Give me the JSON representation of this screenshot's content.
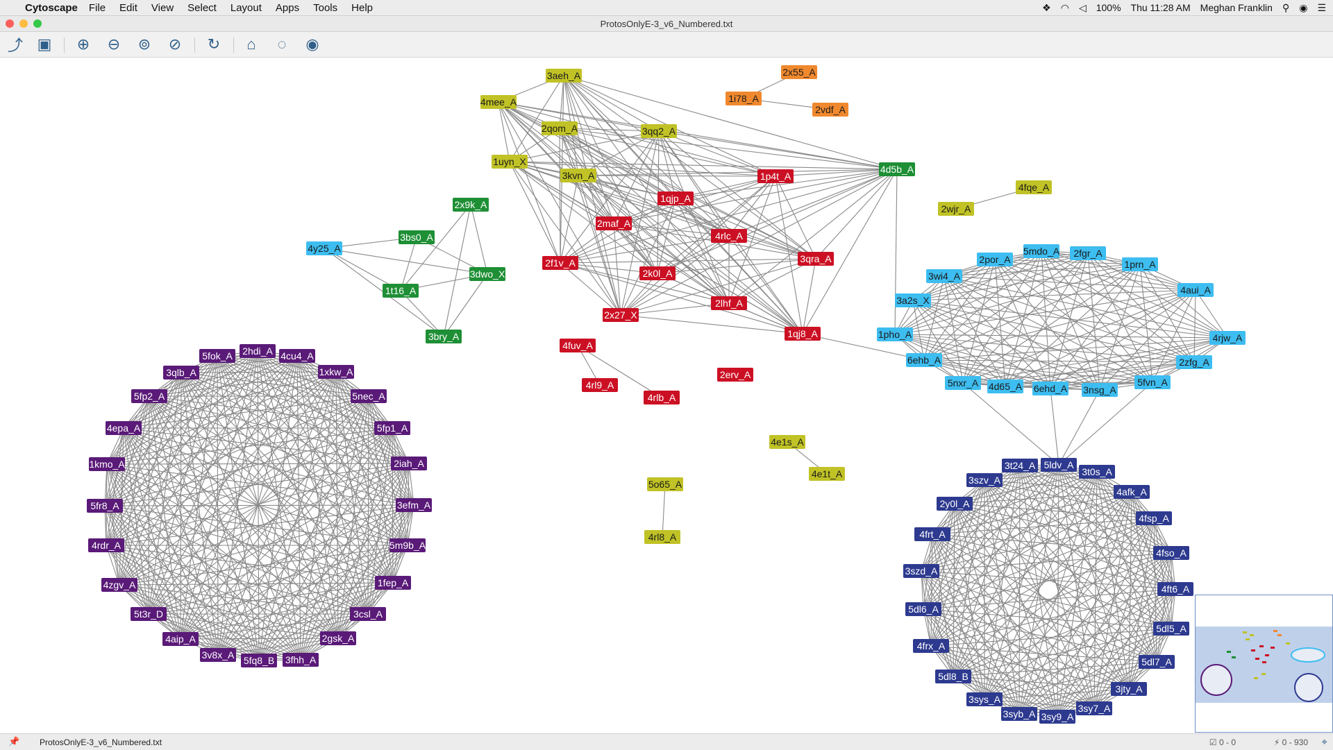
{
  "menubar": {
    "apple_icon": "apple-icon",
    "app_name": "Cytoscape",
    "items": [
      "File",
      "Edit",
      "View",
      "Select",
      "Layout",
      "Apps",
      "Tools",
      "Help"
    ],
    "battery": "100%",
    "clock": "Thu 11:28 AM",
    "user": "Meghan Franklin"
  },
  "window": {
    "title": "ProtosOnlyE-3_v6_Numbered.txt"
  },
  "toolbar": {
    "buttons": [
      "share-icon",
      "export-image-icon",
      "zoom-in-icon",
      "zoom-out-icon",
      "zoom-fit-icon",
      "zoom-selected-icon",
      "refresh-layout-icon",
      "home-icon",
      "hide-icon",
      "show-icon"
    ]
  },
  "colors": {
    "olive": "#c0c226",
    "orange": "#f0892e",
    "red": "#cc1024",
    "green": "#1e8f35",
    "cyan": "#3dbdf0",
    "navy": "#2d3a8f",
    "purple": "#5a1a78",
    "edge": "#8a8a8a"
  },
  "network": {
    "groups": {
      "olive_top": [
        "3aeh_A",
        "4mee_A",
        "2qom_A",
        "3qq2_A",
        "1uyn_X",
        "3kvn_A"
      ],
      "red_core": [
        "1p4t_A",
        "1qjp_A",
        "2maf_A",
        "4rlc_A",
        "3qra_A",
        "2f1v_A",
        "2k0l_A",
        "2lhf_A",
        "2x27_X",
        "1qj8_A"
      ],
      "green_hub": [
        "4d5b_A"
      ],
      "orange": [
        "2x55_A",
        "1i78_A",
        "2vdf_A"
      ],
      "green_small": [
        "2x9k_A",
        "3bs0_A",
        "3dwo_X",
        "1t16_A",
        "3bry_A"
      ],
      "cyan_small": [
        "4y25_A"
      ],
      "olive_pair1": [
        "4fqe_A",
        "2wjr_A"
      ],
      "red_small": [
        "4fuv_A",
        "4rl9_A",
        "4rlb_A"
      ],
      "red_single": [
        "2erv_A"
      ],
      "olive_pair2": [
        "4e1s_A",
        "4e1t_A"
      ],
      "olive_pair3": [
        "5o65_A",
        "4rl8_A"
      ],
      "cyan_ring": [
        "2por_A",
        "5mdo_A",
        "2fgr_A",
        "1prn_A",
        "4aui_A",
        "4rjw_A",
        "2zfg_A",
        "5fvn_A",
        "3nsg_A",
        "6ehd_A",
        "4d65_A",
        "5nxr_A",
        "6ehb_A",
        "1pho_A",
        "3a2s_X",
        "3wi4_A"
      ],
      "purple_ring": [
        "2hdi_A",
        "4cu4_A",
        "1xkw_A",
        "5nec_A",
        "5fp1_A",
        "2iah_A",
        "3efm_A",
        "5m9b_A",
        "1fep_A",
        "3csl_A",
        "2gsk_A",
        "3fhh_A",
        "5fq8_B",
        "3v8x_A",
        "4aip_A",
        "5t3r_D",
        "4zgv_A",
        "4rdr_A",
        "5fr8_A",
        "1kmo_A",
        "4epa_A",
        "5fp2_A",
        "3qlb_A",
        "5fok_A"
      ],
      "navy_ring": [
        "5ldv_A",
        "3t0s_A",
        "4afk_A",
        "4fsp_A",
        "4fso_A",
        "4ft6_A",
        "5dl5_A",
        "5dl7_A",
        "3jty_A",
        "3sy7_A",
        "3sy9_A",
        "3syb_A",
        "3sys_A",
        "5dl8_B",
        "4frx_A",
        "5dl6_A",
        "3szd_A",
        "4frt_A",
        "2y0l_A",
        "3szv_A",
        "3t24_A"
      ]
    }
  },
  "statusbar": {
    "file": "ProtosOnlyE-3_v6_Numbered.txt",
    "selected": "0 - 0",
    "edges": "0 - 930"
  }
}
